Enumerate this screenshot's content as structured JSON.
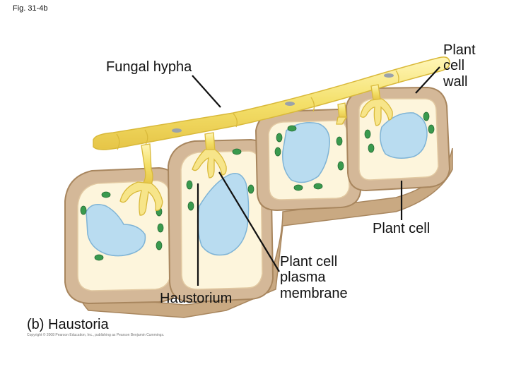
{
  "figure": {
    "number": "Fig. 31-4b",
    "caption": "(b) Haustoria",
    "copyright": "Copyright © 2008 Pearson Education, Inc., publishing as Pearson Benjamin Cummings."
  },
  "labels": {
    "fungal_hypha": "Fungal hypha",
    "plant_cell_wall": [
      "Plant",
      "cell",
      "wall"
    ],
    "plant_cell": "Plant cell",
    "haustorium": "Haustorium",
    "plasma_membrane": [
      "Plant cell",
      "plasma",
      "membrane"
    ]
  },
  "colors": {
    "cell_wall": "#d4b898",
    "cytoplasm": "#fdf5dc",
    "vacuole": "#b9dcf0",
    "chloroplast": "#3a9a4e",
    "hypha": "#f4e06a",
    "hypha_outline": "#d9b93a"
  }
}
